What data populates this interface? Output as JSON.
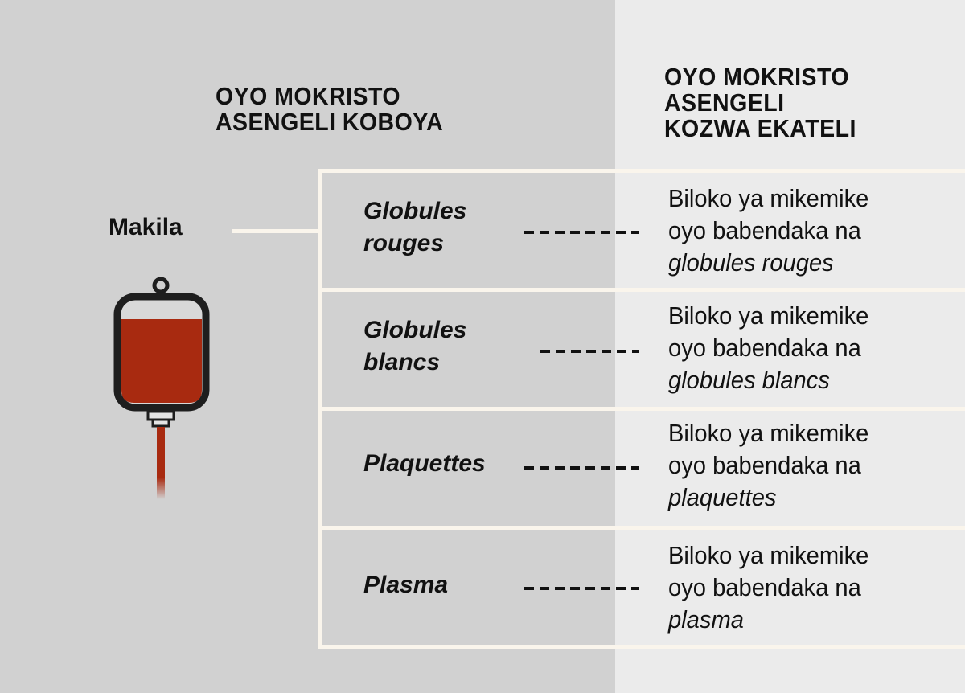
{
  "headers": {
    "left": [
      "OYO MOKRISTO",
      "ASENGELI KOBOYA"
    ],
    "right": [
      "OYO MOKRISTO",
      "ASENGELI",
      "KOZWA EKATELI"
    ]
  },
  "source_label": "Makila",
  "colors": {
    "left_panel": "#d1d1d1",
    "right_panel": "#ebebeb",
    "border": "#faf5ec",
    "blood": "#a82a10",
    "bag_outline": "#1e1e1e"
  },
  "rows": [
    {
      "term": [
        "Globules",
        "rouges"
      ],
      "desc_lines": [
        "Biloko ya mikemike",
        "oyo babendaka na"
      ],
      "desc_italic": "globules rouges"
    },
    {
      "term": [
        "Globules",
        "blancs"
      ],
      "desc_lines": [
        "Biloko ya mikemike",
        "oyo babendaka na"
      ],
      "desc_italic": "globules blancs"
    },
    {
      "term": [
        "Plaquettes"
      ],
      "desc_lines": [
        "Biloko ya mikemike",
        "oyo babendaka na"
      ],
      "desc_italic": "plaquettes"
    },
    {
      "term": [
        "Plasma"
      ],
      "desc_lines": [
        "Biloko ya mikemike",
        "oyo babendaka na"
      ],
      "desc_italic": "plasma"
    }
  ]
}
